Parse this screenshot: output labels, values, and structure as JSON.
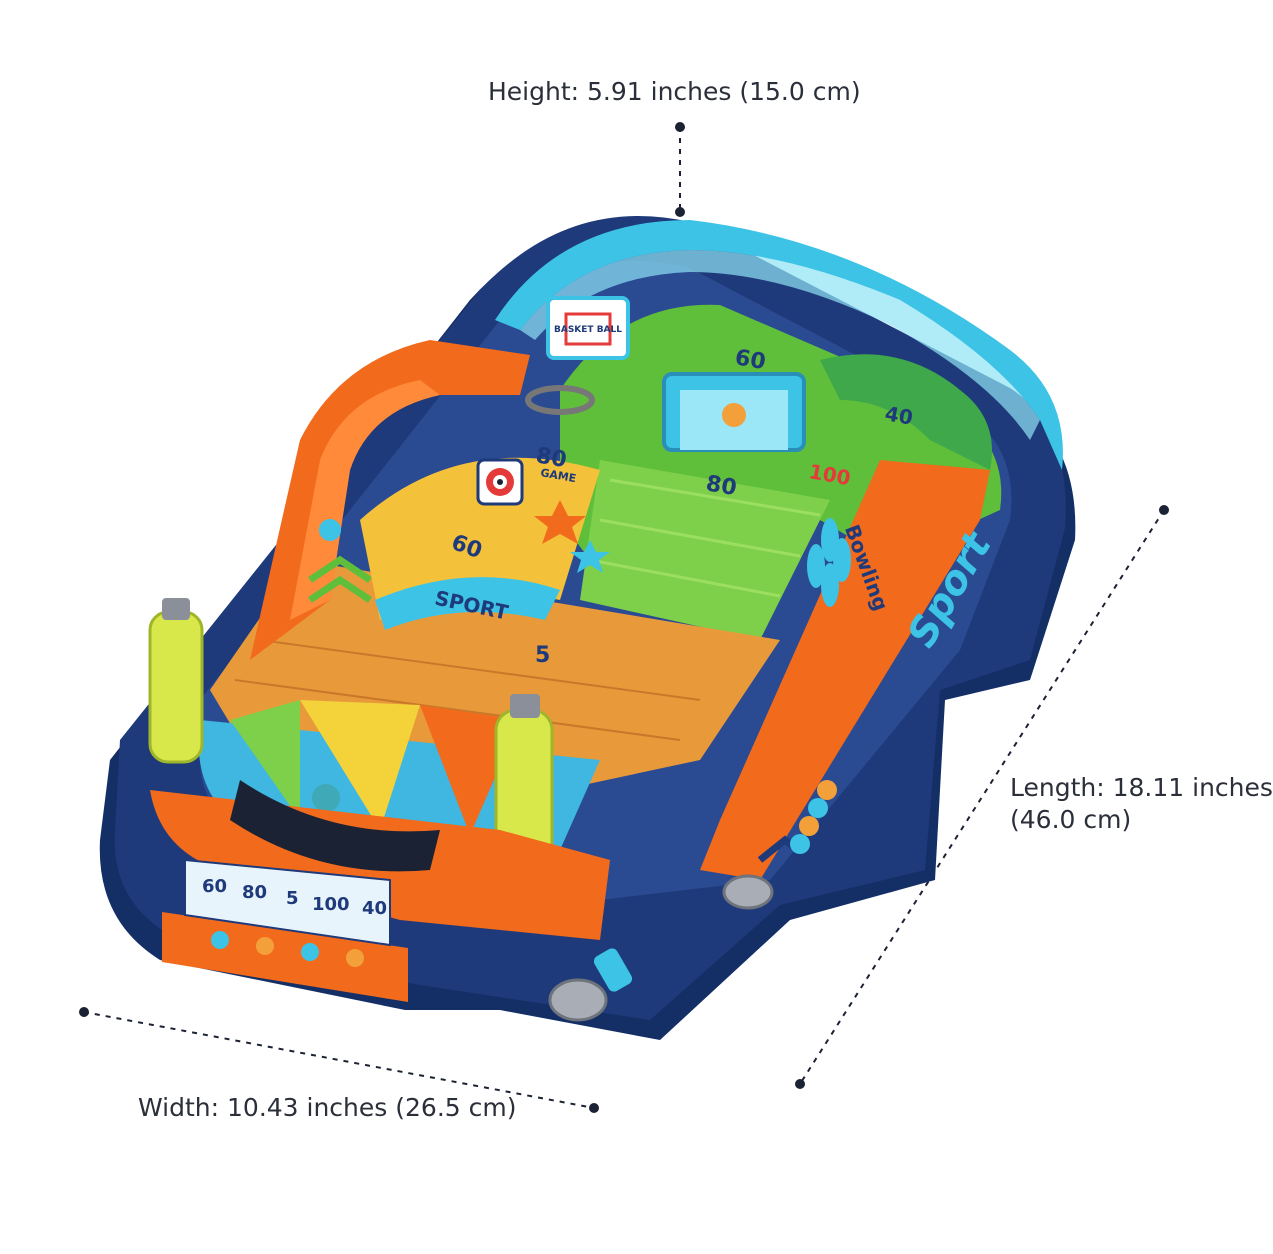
{
  "dimensions": {
    "height": "Height: 5.91 inches (15.0 cm)",
    "length_line1": "Length: 18.11 inches",
    "length_line2": "(46.0 cm)",
    "width": "Width: 10.43 inches (26.5 cm)"
  },
  "toy": {
    "board_texts": {
      "basketball_sign": "BASKET BALL",
      "sport_arc": "SPORT",
      "bowling": "Bowling",
      "game": "GAME",
      "logo": "Sport"
    },
    "field_scores": [
      "60",
      "80",
      "80",
      "100",
      "60",
      "40",
      "5"
    ],
    "score_tray": [
      "60",
      "80",
      "5",
      "100",
      "40"
    ]
  },
  "colors": {
    "base_navy": "#1f3a7a",
    "orange": "#f26a1b",
    "cyan": "#3cc3e6",
    "green": "#5fbf3a",
    "yellow_green": "#d8e84a",
    "wood": "#e89a3a"
  }
}
